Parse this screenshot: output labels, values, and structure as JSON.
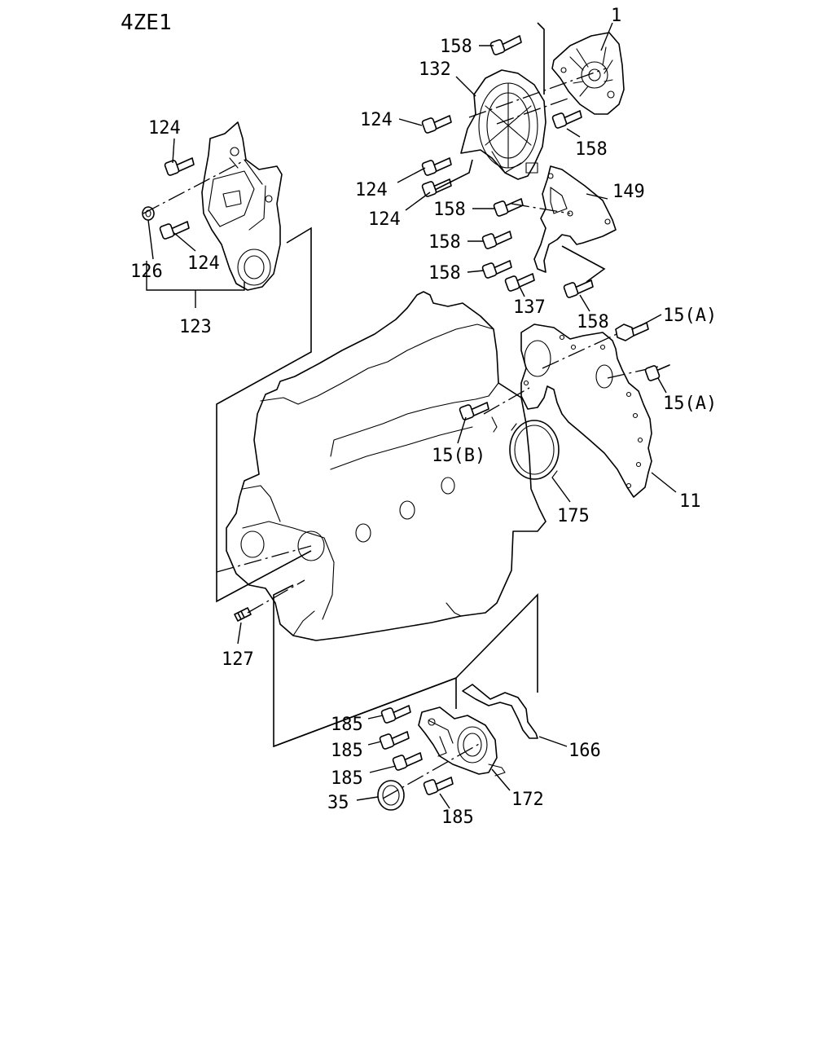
{
  "diagram": {
    "model_code": "4ZE1",
    "callouts": [
      {
        "id": "lbl-1",
        "text": "1"
      },
      {
        "id": "lbl-158-a",
        "text": "158"
      },
      {
        "id": "lbl-132",
        "text": "132"
      },
      {
        "id": "lbl-124-a",
        "text": "124"
      },
      {
        "id": "lbl-158-b",
        "text": "158"
      },
      {
        "id": "lbl-124-b",
        "text": "124"
      },
      {
        "id": "lbl-124-c",
        "text": "124"
      },
      {
        "id": "lbl-158-c",
        "text": "158"
      },
      {
        "id": "lbl-149",
        "text": "149"
      },
      {
        "id": "lbl-158-d",
        "text": "158"
      },
      {
        "id": "lbl-158-e",
        "text": "158"
      },
      {
        "id": "lbl-137",
        "text": "137"
      },
      {
        "id": "lbl-158-f",
        "text": "158"
      },
      {
        "id": "lbl-124-d",
        "text": "124"
      },
      {
        "id": "lbl-126",
        "text": "126"
      },
      {
        "id": "lbl-124-e",
        "text": "124"
      },
      {
        "id": "lbl-123",
        "text": "123"
      },
      {
        "id": "lbl-15a-a",
        "text": "15(A)"
      },
      {
        "id": "lbl-15a-b",
        "text": "15(A)"
      },
      {
        "id": "lbl-15b",
        "text": "15(B)"
      },
      {
        "id": "lbl-11",
        "text": "11"
      },
      {
        "id": "lbl-175",
        "text": "175"
      },
      {
        "id": "lbl-127",
        "text": "127"
      },
      {
        "id": "lbl-185-a",
        "text": "185"
      },
      {
        "id": "lbl-185-b",
        "text": "185"
      },
      {
        "id": "lbl-185-c",
        "text": "185"
      },
      {
        "id": "lbl-185-d",
        "text": "185"
      },
      {
        "id": "lbl-166",
        "text": "166"
      },
      {
        "id": "lbl-172",
        "text": "172"
      },
      {
        "id": "lbl-35",
        "text": "35"
      }
    ]
  }
}
